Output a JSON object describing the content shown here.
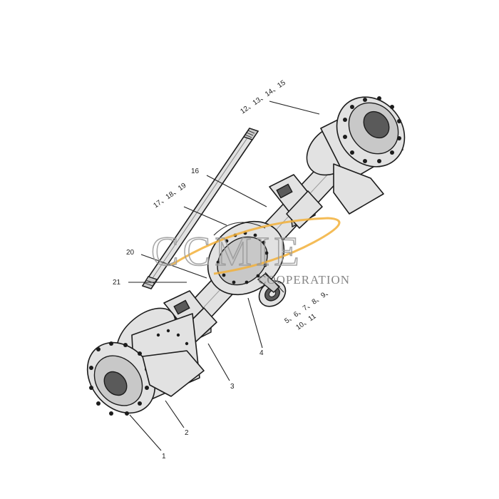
{
  "watermark": {
    "main": "CCMIE",
    "sub": "COOPERATION",
    "swoosh_color": "#f2b03a"
  },
  "callouts": {
    "c1": "1",
    "c2": "2",
    "c3": "3",
    "c4": "4",
    "c5_9": "5、6、7、8、9、",
    "c10_11": "10、11",
    "c12_15": "12、13、14、15",
    "c16": "16",
    "c17_19": "17、18、19",
    "c20": "20",
    "c21": "21"
  }
}
